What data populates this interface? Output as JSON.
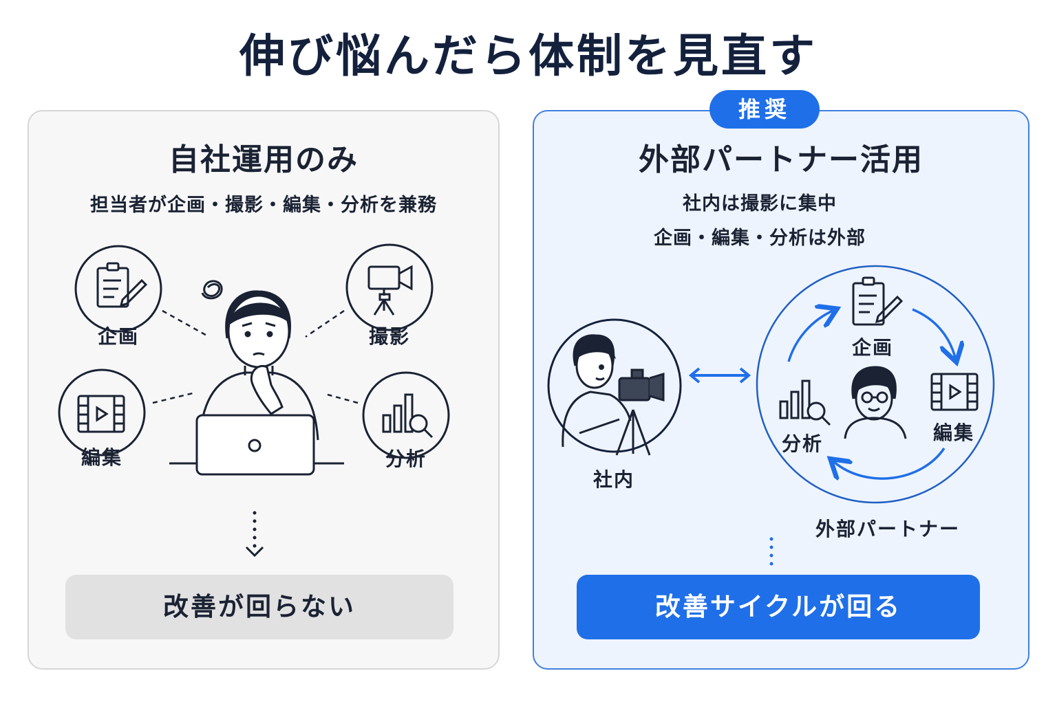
{
  "title": "伸び悩んだら体制を見直す",
  "left": {
    "heading": "自社運用のみ",
    "subtitle": "担当者が企画・撮影・編集・分析を兼務",
    "labels": {
      "plan": "企画",
      "shoot": "撮影",
      "edit": "編集",
      "analyze": "分析"
    },
    "result": "改善が回らない"
  },
  "right": {
    "badge": "推奨",
    "heading": "外部パートナー活用",
    "subtitle_line1": "社内は撮影に集中",
    "subtitle_line2": "企画・編集・分析は外部",
    "labels": {
      "inhouse": "社内",
      "plan": "企画",
      "edit": "編集",
      "analyze": "分析",
      "partner": "外部パートナー"
    },
    "result": "改善サイクルが回る"
  },
  "colors": {
    "accent": "#1f6fe8",
    "ink": "#1a2233",
    "panel_left_bg": "#f7f7f8",
    "panel_right_bg": "#eef4fd",
    "gray_button": "#e1e1e1"
  }
}
